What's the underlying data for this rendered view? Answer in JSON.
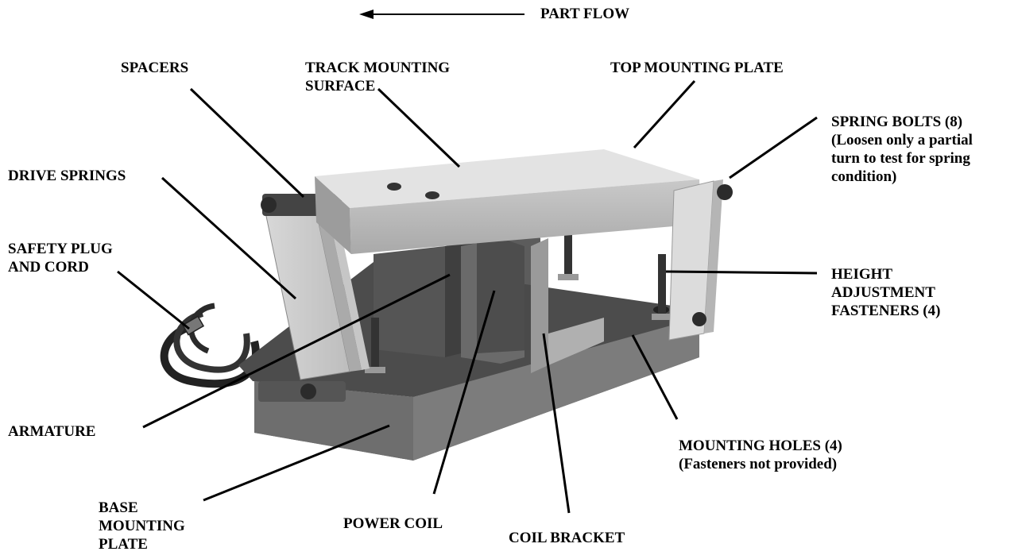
{
  "labels": {
    "part_flow": "PART FLOW",
    "spacers": "SPACERS",
    "track_mounting_surface": [
      "TRACK MOUNTING",
      "SURFACE"
    ],
    "top_mounting_plate": "TOP MOUNTING PLATE",
    "spring_bolts": [
      "SPRING BOLTS (8)",
      "(Loosen only a partial",
      "turn to test for spring",
      "condition)"
    ],
    "drive_springs": "DRIVE SPRINGS",
    "safety_plug": [
      "SAFETY PLUG",
      "AND CORD"
    ],
    "height_adjustment": [
      "HEIGHT",
      "ADJUSTMENT",
      "FASTENERS (4)"
    ],
    "armature": "ARMATURE",
    "mounting_holes": [
      "MOUNTING HOLES (4)",
      "(Fasteners not provided)"
    ],
    "base_mounting_plate": [
      "BASE",
      "MOUNTING",
      "PLATE"
    ],
    "power_coil": "POWER COIL",
    "coil_bracket": "COIL BRACKET"
  },
  "colors": {
    "text": "#000000",
    "background": "#ffffff"
  }
}
